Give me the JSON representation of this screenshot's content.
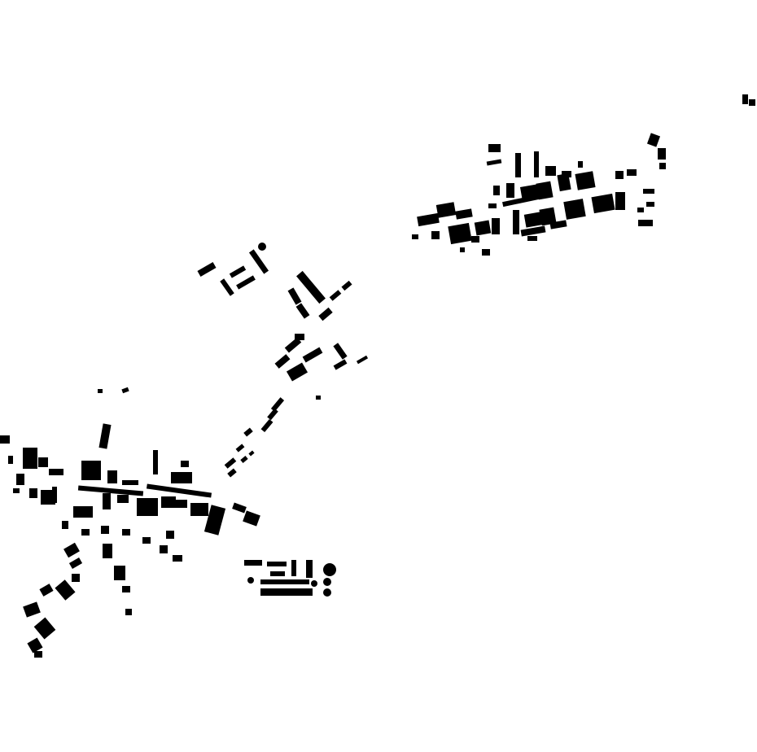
{
  "map": {
    "type": "figure-ground building footprint map",
    "colors": {
      "background": "#ffffff",
      "buildings": "#000000"
    },
    "clusters": [
      {
        "id": "northeast-settlement"
      },
      {
        "id": "central-diagonal-corridor"
      },
      {
        "id": "southwest-town"
      },
      {
        "id": "south-industrial-site"
      },
      {
        "id": "far-east-outlier"
      }
    ]
  }
}
